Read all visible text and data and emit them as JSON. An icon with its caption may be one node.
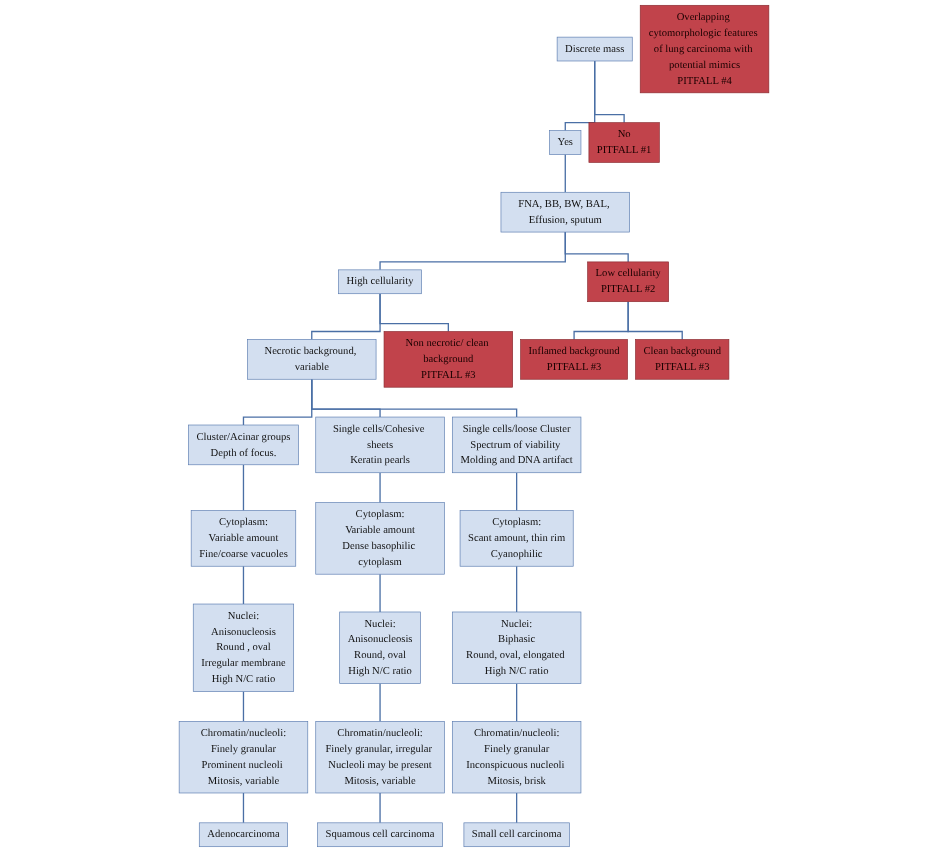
{
  "diagram": {
    "nodes": [
      {
        "text": [
          "Discrete mass"
        ]
      },
      {
        "text": [
          "Yes"
        ]
      },
      {
        "text": [
          "No",
          "PITFALL #1"
        ]
      },
      {
        "text": [
          "FNA, BB, BW, BAL, Effusion, sputum"
        ]
      },
      {
        "text": [
          "High cellularity"
        ]
      },
      {
        "text": [
          "Low cellularity",
          "PITFALL #2"
        ]
      },
      {
        "text": [
          "Necrotic background, variable"
        ]
      },
      {
        "text": [
          "Non necrotic/ clean background",
          "PITFALL #3"
        ]
      },
      {
        "text": [
          "Inflamed background",
          "PITFALL #3"
        ]
      },
      {
        "text": [
          "Clean background",
          "PITFALL #3"
        ]
      },
      {
        "text": [
          "Cluster/Acinar groups",
          "Depth of focus."
        ]
      },
      {
        "text": [
          "Single cells/Cohesive sheets",
          "Keratin pearls"
        ]
      },
      {
        "text": [
          "Single cells/loose Cluster",
          "Spectrum of viability Molding and DNA artifact"
        ]
      },
      {
        "text": [
          "Cytoplasm:",
          "Variable amount",
          "Fine/coarse vacuoles"
        ]
      },
      {
        "text": [
          "Cytoplasm:",
          "Variable amount",
          "Dense basophilic cytoplasm"
        ]
      },
      {
        "text": [
          "Cytoplasm:",
          "Scant amount, thin rim",
          "Cyanophilic"
        ]
      },
      {
        "text": [
          "Nuclei:",
          "Anisonucleosis",
          "Round , oval",
          "Irregular membrane",
          "High N/C ratio"
        ]
      },
      {
        "text": [
          "Nuclei:",
          "Anisonucleosis",
          "Round, oval",
          "High N/C ratio"
        ]
      },
      {
        "text": [
          "Nuclei:",
          "Biphasic",
          "Round, oval, elongated High N/C ratio"
        ]
      },
      {
        "text": [
          "Chromatin/nucleoli:",
          "Finely granular",
          "Prominent nucleoli Mitosis, variable"
        ]
      },
      {
        "text": [
          "Chromatin/nucleoli:",
          "Finely granular, irregular Nucleoli may be present",
          "Mitosis, variable"
        ]
      },
      {
        "text": [
          "Chromatin/nucleoli:",
          "Finely granular",
          "Inconspicuous nucleoli Mitosis, brisk"
        ]
      },
      {
        "text": [
          "Adenocarcinoma"
        ]
      },
      {
        "text": [
          "Squamous cell carcinoma"
        ]
      },
      {
        "text": [
          "Small cell carcinoma"
        ]
      },
      {
        "text": [
          "Overlapping cytomorphologic features of lung carcinoma with potential mimics",
          "PITFALL #4"
        ]
      }
    ],
    "edges": [
      {
        "from": 0,
        "to": 1,
        "arrow": "none"
      },
      {
        "from": 0,
        "to": 2,
        "arrow": "none"
      },
      {
        "from": 1,
        "to": 3,
        "arrow": "none"
      },
      {
        "from": 3,
        "to": 4,
        "arrow": "none"
      },
      {
        "from": 3,
        "to": 5,
        "arrow": "none"
      },
      {
        "from": 4,
        "to": 6,
        "arrow": "none"
      },
      {
        "from": 4,
        "to": 7,
        "arrow": "none"
      },
      {
        "from": 5,
        "to": 8,
        "arrow": "none"
      },
      {
        "from": 5,
        "to": 9,
        "arrow": "none"
      },
      {
        "from": 6,
        "to": 10,
        "arrow": "none"
      },
      {
        "from": 6,
        "to": 11,
        "arrow": "none"
      },
      {
        "from": 6,
        "to": 12,
        "arrow": "none"
      },
      {
        "from": 10,
        "to": 13,
        "arrow": "none"
      },
      {
        "from": 11,
        "to": 14,
        "arrow": "none"
      },
      {
        "from": 12,
        "to": 15,
        "arrow": "none"
      },
      {
        "from": 13,
        "to": 16,
        "arrow": "none"
      },
      {
        "from": 14,
        "to": 17,
        "arrow": "none"
      },
      {
        "from": 15,
        "to": 18,
        "arrow": "none"
      },
      {
        "from": 16,
        "to": 19,
        "arrow": "none"
      },
      {
        "from": 17,
        "to": 20,
        "arrow": "none"
      },
      {
        "from": 18,
        "to": 21,
        "arrow": "none"
      },
      {
        "from": 19,
        "to": 22,
        "arrow": "none"
      },
      {
        "from": 20,
        "to": 23,
        "arrow": "none"
      },
      {
        "from": 21,
        "to": 24,
        "arrow": "none"
      }
    ]
  }
}
